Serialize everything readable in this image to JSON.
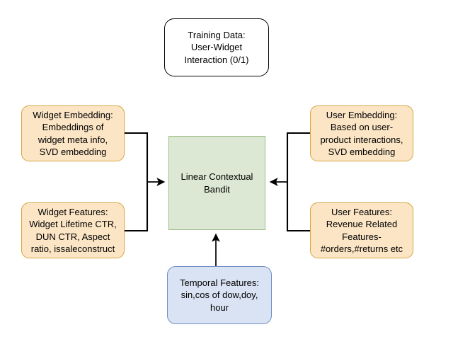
{
  "diagram": {
    "title_node": {
      "label": "Training Data:\nUser-Widget\nInteraction (0/1)"
    },
    "model_node": {
      "label": "Linear Contextual\nBandit"
    },
    "inputs": {
      "widget_embedding": {
        "label": "Widget Embedding:\nEmbeddings of\nwidget meta info,\nSVD embedding"
      },
      "widget_features": {
        "label": "Widget Features:\nWidget Lifetime CTR,\nDUN CTR, Aspect\nratio, issaleconstruct"
      },
      "user_embedding": {
        "label": "User Embedding:\nBased on user-\nproduct interactions,\nSVD embedding"
      },
      "user_features": {
        "label": "User Features:\nRevenue Related\nFeatures-\n#orders,#returns etc"
      },
      "temporal_features": {
        "label": "Temporal Features:\nsin,cos of dow,doy,\nhour"
      }
    },
    "colors": {
      "feature_fill": "#fbe5c5",
      "feature_border": "#d6a53c",
      "model_fill": "#dce8d3",
      "model_border": "#9bbd87",
      "temporal_fill": "#dae3f3",
      "temporal_border": "#6f91c4",
      "training_fill": "#ffffff",
      "training_border": "#000000",
      "edge": "#000000",
      "background": "#ffffff"
    }
  }
}
